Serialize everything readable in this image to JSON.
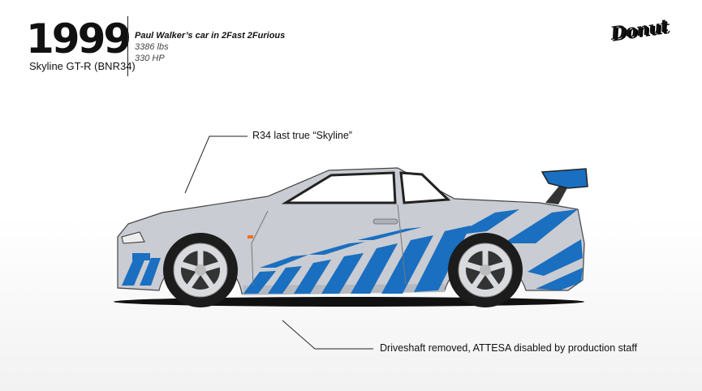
{
  "header": {
    "year": "1999",
    "model": "Skyline GT-R (BNR34)",
    "title": "Paul Walker’s car in 2Fast 2Furious",
    "weight": "3386 lbs",
    "power": "330 HP"
  },
  "logo": "Donut",
  "annotations": {
    "top": "R34 last true “Skyline”",
    "bottom": "Driveshaft removed, ATTESA disabled by production staff"
  },
  "colors": {
    "body": "#c9ccd2",
    "livery": "#1a6fc0",
    "tire": "#1c1c1c"
  }
}
